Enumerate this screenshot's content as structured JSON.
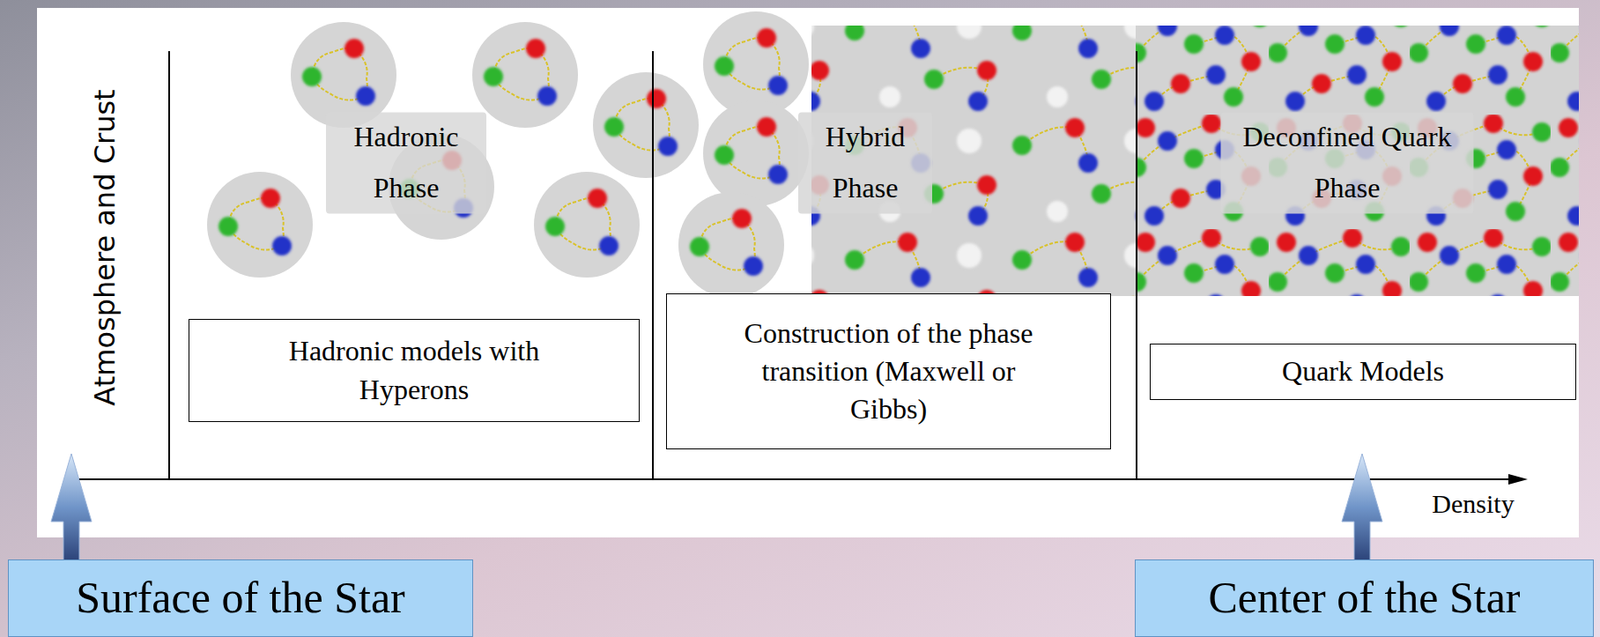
{
  "diagram": {
    "nodes": [
      {
        "text": [
          "Hadronic models with Hyperons"
        ]
      },
      {
        "text": [
          "Construction of the phase transition (Maxwell or Gibbs)"
        ]
      },
      {
        "text": [
          "Quark Models"
        ]
      },
      {
        "text": [
          "Surface of the Star"
        ]
      },
      {
        "text": [
          "Center of the Star"
        ]
      }
    ],
    "labels": [
      "Atmosphere and Crust",
      "Hadronic Phase",
      "Hybrid Phase",
      "Deconfined Quark Phase",
      "Density"
    ]
  }
}
